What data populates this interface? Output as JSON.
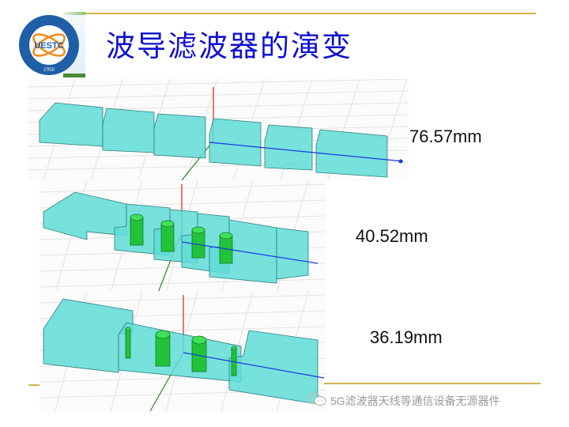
{
  "slide": {
    "title": "波导滤波器的演变",
    "accent_color": "#d4b24a",
    "title_color": "#1010d0"
  },
  "logo": {
    "text": "UESTC",
    "year": "1956",
    "ring_color": "#1f5fa8"
  },
  "figures": [
    {
      "label": "76.57mm",
      "description": "six-cavity iris-coupled waveguide filter"
    },
    {
      "label": "40.52mm",
      "description": "waveguide filter with four cylindrical tuning posts"
    },
    {
      "label": "36.19mm",
      "description": "compact waveguide filter with two large posts and two thin probes"
    }
  ],
  "colors": {
    "cavity": "#5fdcd6",
    "post": "#22c33a",
    "axis_x": "#e02020",
    "axis_y": "#2a8a2a",
    "axis_z": "#1a3ae0"
  },
  "footer": {
    "icon": "wechat-icon",
    "text": "5G滤波器天线等通信设备无源器件"
  }
}
